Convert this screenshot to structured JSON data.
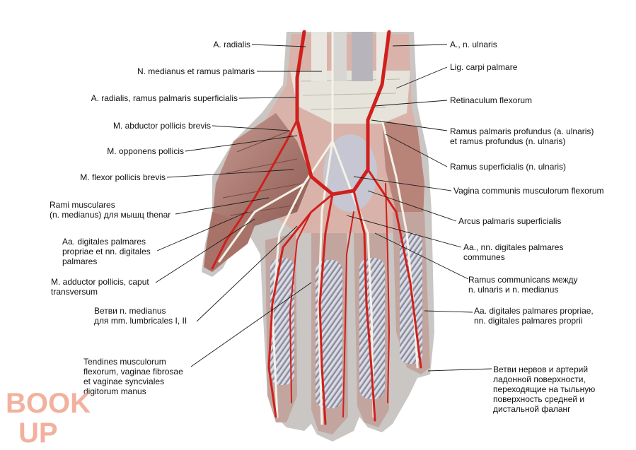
{
  "labels_left": [
    {
      "id": "a-radialis",
      "text": "A. radialis"
    },
    {
      "id": "n-medianus",
      "text": "N. medianus et ramus palmaris"
    },
    {
      "id": "a-radialis-ramus",
      "text": "A. radialis, ramus palmaris superficialis"
    },
    {
      "id": "m-abductor",
      "text": "M. abductor pollicis brevis"
    },
    {
      "id": "m-opponens",
      "text": "M. opponens pollicis"
    },
    {
      "id": "m-flexor",
      "text": "M. flexor pollicis brevis"
    },
    {
      "id": "rami-musculares",
      "lines": [
        "Rami musculares",
        "(n. medianus) для мышц thenar"
      ]
    },
    {
      "id": "aa-digitales-propriae-left",
      "lines": [
        "Aa. digitales palmares",
        "propriae et nn. digitales",
        "palmares"
      ]
    },
    {
      "id": "m-adductor",
      "lines": [
        "M. adductor pollicis, caput",
        "transversum"
      ]
    },
    {
      "id": "vetvi-medianus",
      "lines": [
        "Ветви n. medianus",
        "для mm. lumbricales I, II"
      ]
    },
    {
      "id": "tendines",
      "lines": [
        "Tendines musculorum",
        "flexorum, vaginae fibrosae",
        "et vaginae syncviales",
        "digitorum manus"
      ]
    }
  ],
  "labels_right": [
    {
      "id": "a-n-ulnaris",
      "text": "A., n. ulnaris"
    },
    {
      "id": "lig-carpi",
      "text": "Lig. carpi palmare"
    },
    {
      "id": "retinaculum",
      "text": "Retinaculum flexorum"
    },
    {
      "id": "ramus-profundus",
      "lines": [
        "Ramus palmaris profundus (a. ulnaris)",
        "et ramus profundus (n. ulnaris)"
      ]
    },
    {
      "id": "ramus-superficialis",
      "text": "Ramus superficialis (n. ulnaris)"
    },
    {
      "id": "vagina-communis",
      "text": "Vagina communis musculorum flexorum"
    },
    {
      "id": "arcus-palmaris",
      "text": "Arcus palmaris superficialis"
    },
    {
      "id": "aa-nn-digitales-communes",
      "lines": [
        "Aa., nn. digitales palmares",
        "communes"
      ]
    },
    {
      "id": "ramus-communicans",
      "lines": [
        "Ramus communicans между",
        "n. ulnaris и n. medianus"
      ]
    },
    {
      "id": "aa-digitales-propriae-right",
      "lines": [
        "Aa. digitales palmares propriae,",
        "nn. digitales palmares proprii"
      ]
    },
    {
      "id": "vetvi-nervov",
      "lines": [
        "Ветви нервов и артерий",
        "ладонной поверхности,",
        "переходящие на тыльную",
        "поверхность средней и",
        "дистальной фаланг"
      ]
    }
  ],
  "watermark": {
    "line1": "BOOK",
    "line2": "UP"
  },
  "colors": {
    "skin_shadow": "#c9c6c3",
    "muscle": "#b98a80",
    "muscle_dark": "#8e5a52",
    "artery": "#d0201d",
    "tendon": "#cfd0d8",
    "tendon_stripe": "#8d8ea0",
    "nerve": "#f3f0e4",
    "ligament": "#e6e3da",
    "watermark": "#f0a48e"
  }
}
